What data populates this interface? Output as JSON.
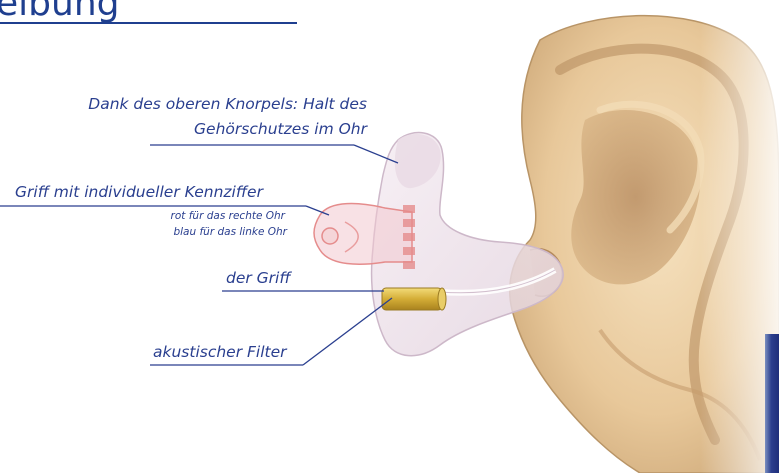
{
  "title": "eibung",
  "labels": {
    "upper_cartilage_line1": "Dank des oberen Knorpels: Halt des",
    "upper_cartilage_line2": "Gehörschutzes im Ohr",
    "handle_code": "Griff mit individueller Kennziffer",
    "handle_code_red": "rot für das rechte Ohr",
    "handle_code_blue": "blau für das linke Ohr",
    "handle": "der Griff",
    "filter": "akustischer Filter"
  },
  "colors": {
    "text": "#2a3f8f",
    "title": "#1f3f8f",
    "skin": "#e8c89a",
    "earplug": "#efdfe8",
    "filter": "#d9b53a",
    "handle_marks": "#e58c8c"
  }
}
